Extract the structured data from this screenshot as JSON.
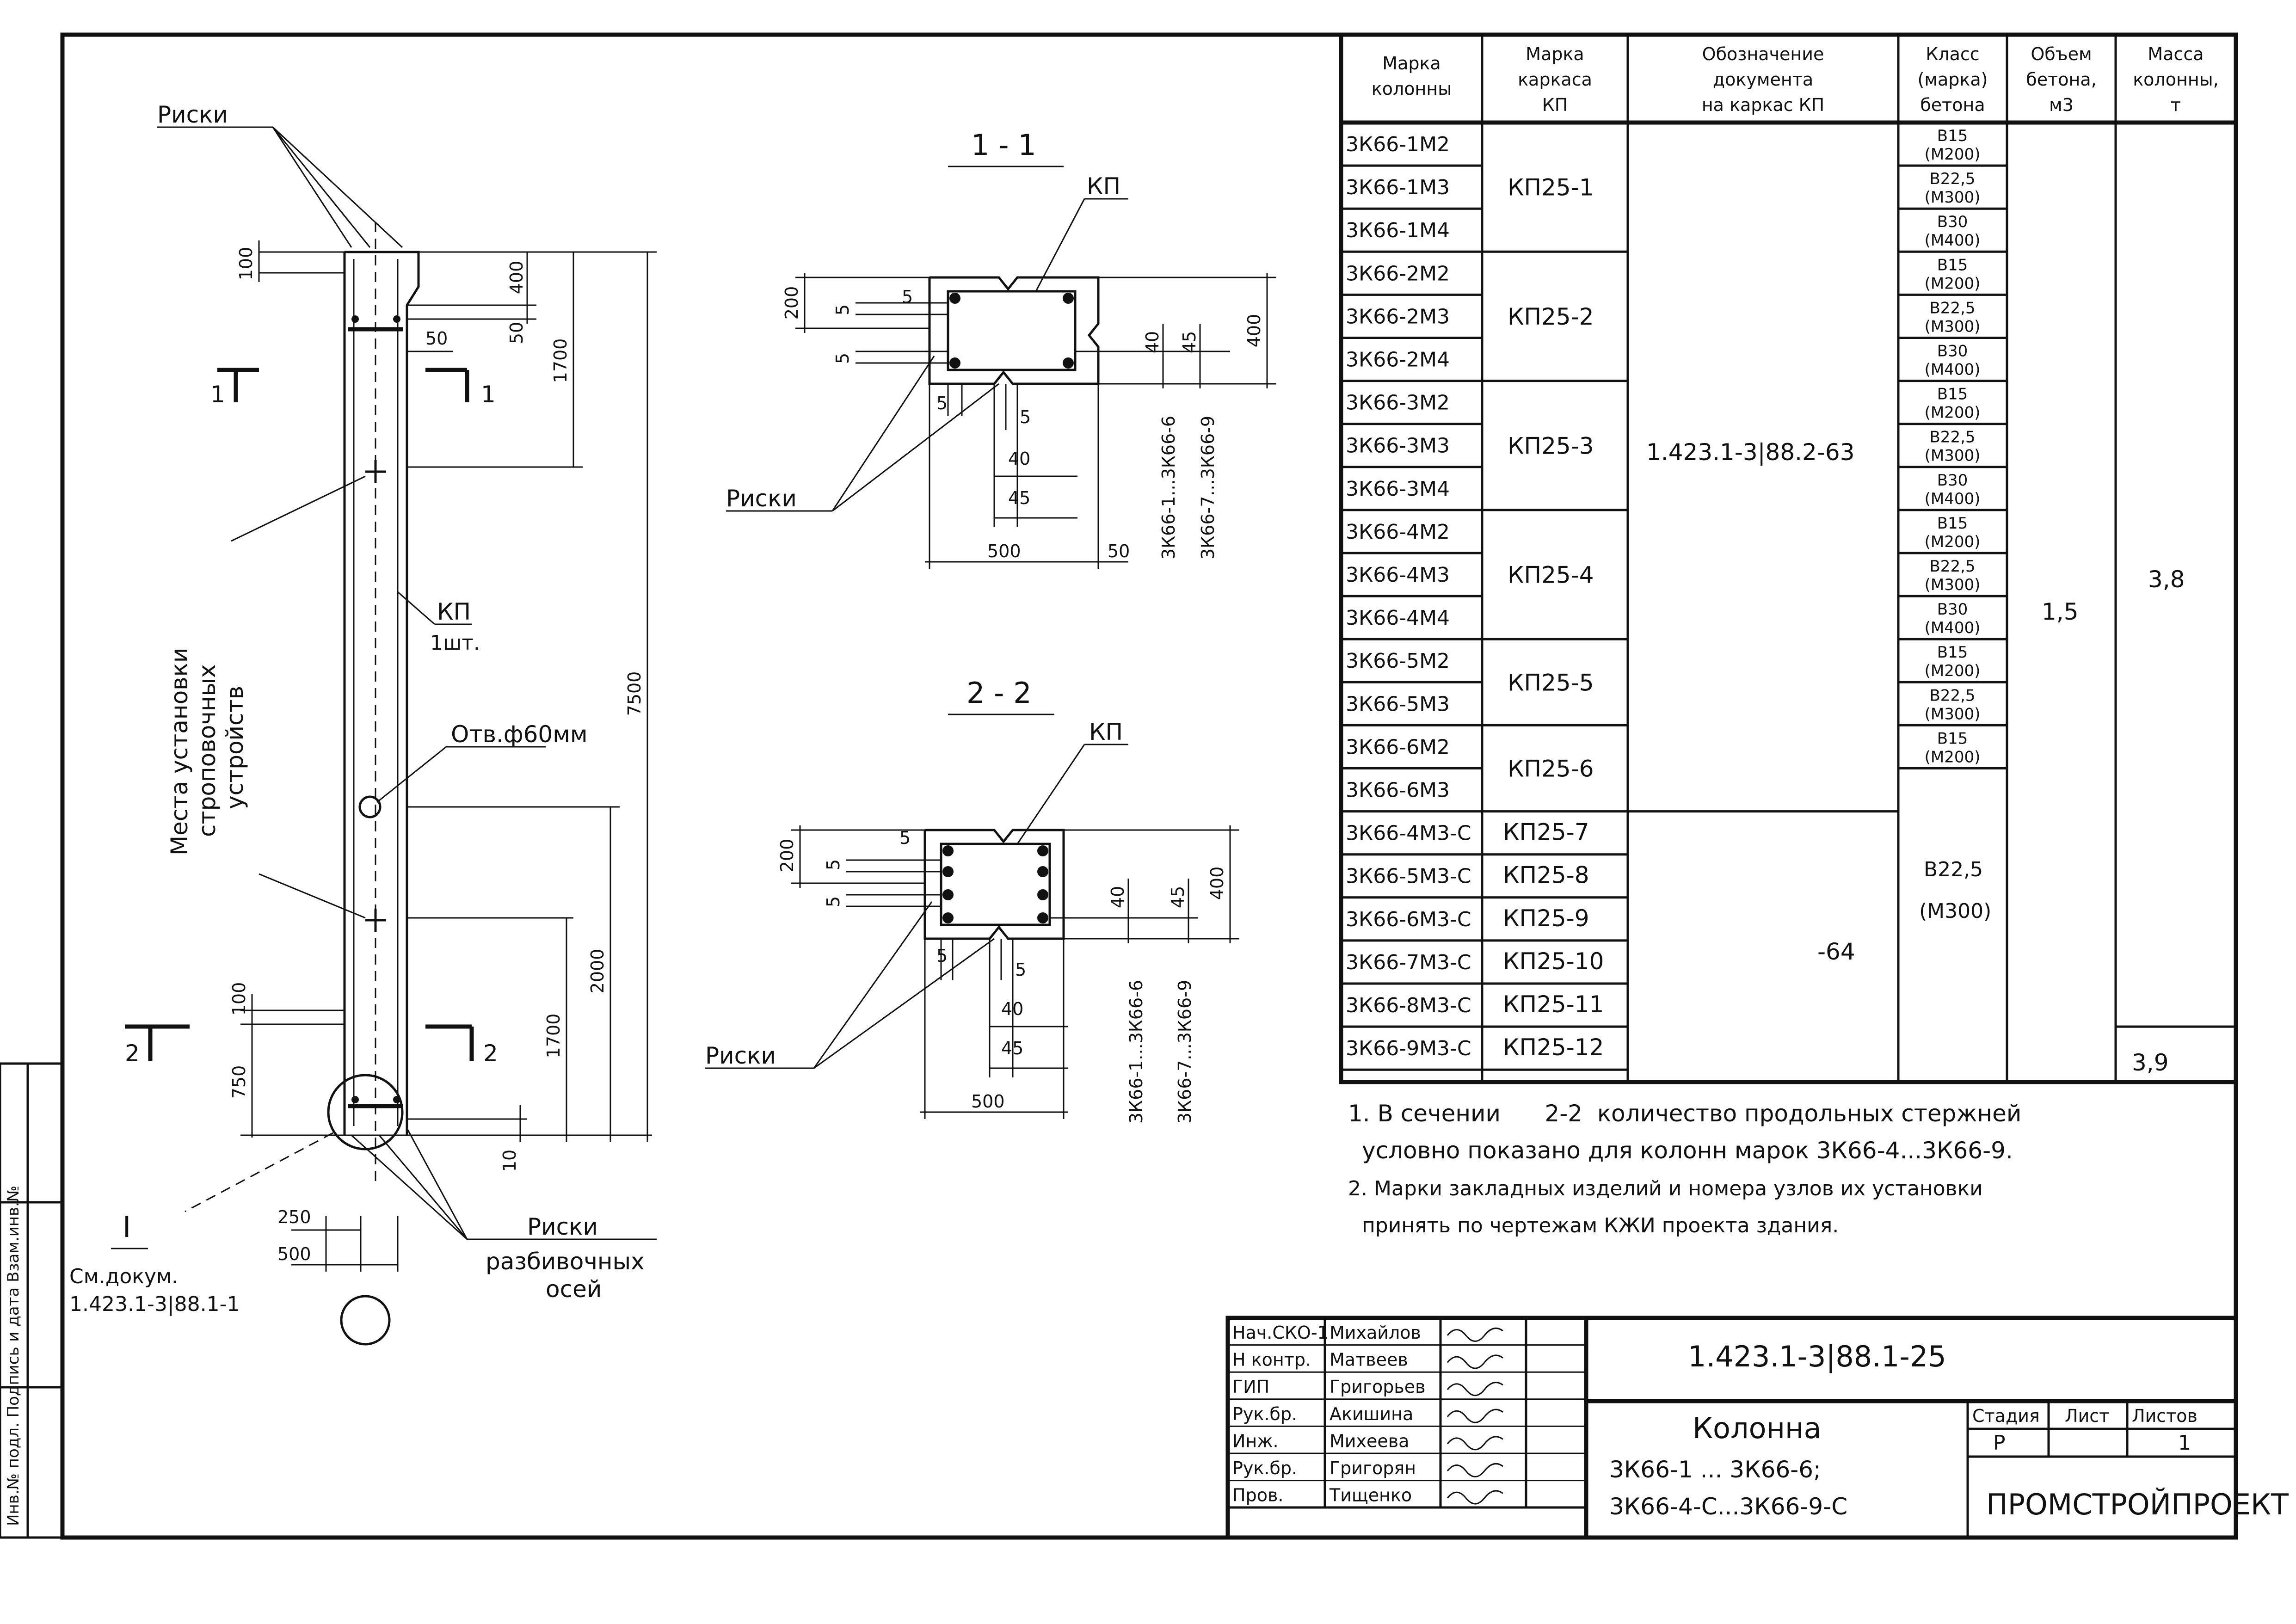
{
  "column_view": {
    "riski_top": "Риски",
    "section_1_marker": "1",
    "section_1_marker_r": "1",
    "section_2_marker": "2",
    "section_2_marker_r": "2",
    "dim_100_top": "100",
    "dim_400": "400",
    "dim_50_side": "50",
    "dim_50_h": "50",
    "dim_1700_top": "1700",
    "dim_7500": "7500",
    "dim_2000": "2000",
    "dim_100_bot": "100",
    "dim_750": "750",
    "dim_1700_bot": "1700",
    "dim_10": "10",
    "dim_250": "250",
    "dim_500": "500",
    "lifting_label_1": "Места установки",
    "lifting_label_2": "строповочных",
    "lifting_label_3": "устройств",
    "kp_label": "КП",
    "kp_qty": "1шт.",
    "hole_label": "Отв.ф60мм",
    "node_label": "I",
    "node_ref_1": "См.докум.",
    "node_ref_2": "1.423.1-3|88.1-1",
    "riski_axes_1": "Риски",
    "riski_axes_2": "разбивочных",
    "riski_axes_3": "осей"
  },
  "section_1": {
    "title": "1 - 1",
    "kp": "КП",
    "riski": "Риски",
    "d200": "200",
    "d5a": "5",
    "d5b": "5",
    "d5c": "5",
    "d5d": "5",
    "d5e": "5",
    "d40": "40",
    "d45": "45",
    "d400": "400",
    "d40b": "40",
    "d45b": "45",
    "d500": "500",
    "d50": "50",
    "range_a": "3К66-1...3К66-6",
    "range_b": "3К66-7...3К66-9"
  },
  "section_2": {
    "title": "2 - 2",
    "kp": "КП",
    "riski": "Риски",
    "d200": "200",
    "d5a": "5",
    "d5b": "5",
    "d5c": "5",
    "d5d": "5",
    "d5e": "5",
    "d40": "40",
    "d45": "45",
    "d400": "400",
    "d40b": "40",
    "d45b": "45",
    "d500": "500",
    "range_a": "3К66-1...3К66-6",
    "range_b": "3К66-7...3К66-9"
  },
  "table": {
    "headers": [
      [
        "Марка",
        "колонны"
      ],
      [
        "Марка",
        "каркаса",
        "КП"
      ],
      [
        "Обозначение",
        "документа",
        "на каркас КП"
      ],
      [
        "Класс",
        "(марка)",
        "бетона"
      ],
      [
        "Объем",
        "бетона,",
        "м3"
      ],
      [
        "Масса",
        "колонны,",
        "т"
      ]
    ],
    "marks": [
      "3К66-1М2",
      "3К66-1М3",
      "3К66-1М4",
      "3К66-2М2",
      "3К66-2М3",
      "3К66-2М4",
      "3К66-3М2",
      "3К66-3М3",
      "3К66-3М4",
      "3К66-4М2",
      "3К66-4М3",
      "3К66-4М4",
      "3К66-5М2",
      "3К66-5М3",
      "3К66-6М2",
      "3К66-6М3",
      "3К66-4М3-С",
      "3К66-5М3-С",
      "3К66-6М3-С",
      "3К66-7М3-С",
      "3К66-8М3-С",
      "3К66-9М3-С"
    ],
    "kp_groups": [
      "КП25-1",
      "КП25-2",
      "КП25-3",
      "КП25-4",
      "КП25-5",
      "КП25-6"
    ],
    "kp_single": [
      "КП25-7",
      "КП25-8",
      "КП25-9",
      "КП25-10",
      "КП25-11",
      "КП25-12"
    ],
    "doc_1": "1.423.1-3|88.2-63",
    "doc_2": "-64",
    "classes": [
      [
        "В15",
        "(М200)"
      ],
      [
        "В22,5",
        "(М300)"
      ],
      [
        "В30",
        "(М400)"
      ],
      [
        "В15",
        "(М200)"
      ],
      [
        "В22,5",
        "(М300)"
      ],
      [
        "В30",
        "(М400)"
      ],
      [
        "В15",
        "(М200)"
      ],
      [
        "В22,5",
        "(М300)"
      ],
      [
        "В30",
        "(М400)"
      ],
      [
        "В15",
        "(М200)"
      ],
      [
        "В22,5",
        "(М300)"
      ],
      [
        "В30",
        "(М400)"
      ],
      [
        "В15",
        "(М200)"
      ],
      [
        "В22,5",
        "(М300)"
      ],
      [
        "В15",
        "(М200)"
      ]
    ],
    "class_merged_1": "В22,5",
    "class_merged_2": "(М300)",
    "volume": "1,5",
    "mass_1": "3,8",
    "mass_2": "3,9"
  },
  "notes": {
    "n1_line1": "1. В сечении      2-2  количество продольных стержней",
    "n1_line2": "условно показано  для колонн марок 3К66-4...3К66-9.",
    "n2_line1": "2. Марки закладных изделий и номера узлов их установки",
    "n2_line2": "принять по чертежам КЖИ проекта здания."
  },
  "title_block": {
    "roles": [
      "Нач.СКО-1",
      "Н контр.",
      "ГИП",
      "Рук.бр.",
      "Инж.",
      "Рук.бр.",
      "Пров."
    ],
    "names": [
      "Михайлов",
      "Матвеев",
      "Григорьев",
      "Акишина",
      "Михеева",
      "Григорян",
      "Тищенко"
    ],
    "doc_code": "1.423.1-3|88.1-25",
    "title_1": "Колонна",
    "title_2": "3К66-1 ... 3К66-6;",
    "title_3": "3К66-4-С...3К66-9-С",
    "stage_label": "Стадия",
    "sheet_label": "Лист",
    "sheets_label": "Листов",
    "stage": "Р",
    "sheets": "1",
    "org": "ПРОМСТРОЙПРОЕКТ"
  },
  "side_stamp": {
    "text": "Инв.№ подл.  Подпись и дата  Взам.инв.№"
  }
}
